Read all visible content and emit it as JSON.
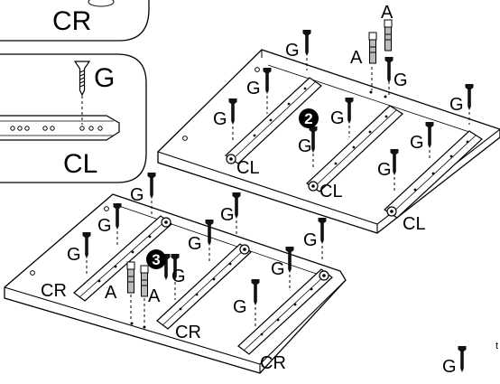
{
  "labels": {
    "cr": "CR",
    "cl": "CL",
    "g": "G",
    "a": "A",
    "step2": "2",
    "step3": "3",
    "stray": "t"
  },
  "colors": {
    "ink": "#000000",
    "paper": "#ffffff",
    "hardware": "#555555"
  }
}
